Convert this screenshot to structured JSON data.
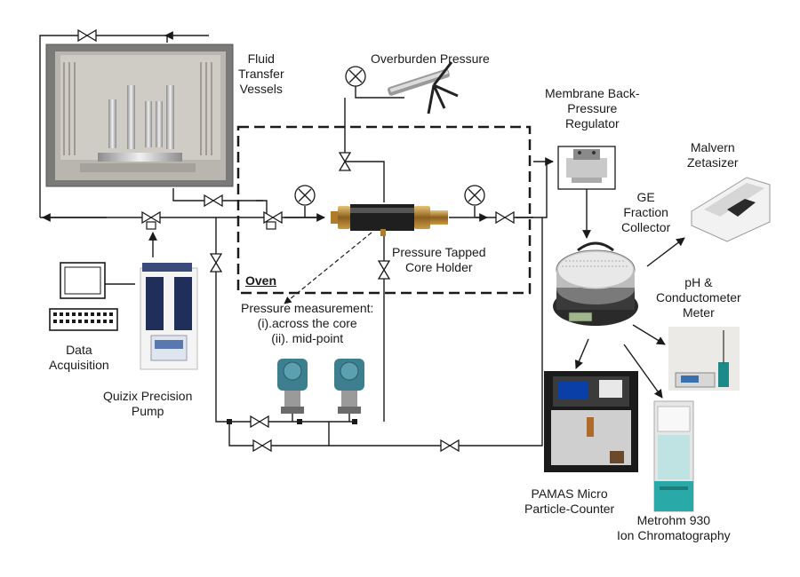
{
  "labels": {
    "fluid_transfer": [
      "Fluid",
      "Transfer",
      "Vessels"
    ],
    "overburden": "Overburden Pressure",
    "membrane_bpr": [
      "Membrane Back-",
      "Pressure",
      "Regulator"
    ],
    "malvern": [
      "Malvern",
      "Zetasizer"
    ],
    "ge_fraction": [
      "GE",
      "Fraction",
      "Collector"
    ],
    "core_holder": [
      "Pressure Tapped",
      "Core Holder"
    ],
    "oven": "Oven",
    "pressure_measurement": [
      "Pressure measurement:",
      "(i).across the core",
      "(ii).  mid-point"
    ],
    "data_acquisition": [
      "Data",
      "Acquisition"
    ],
    "quizix": [
      "Quizix Precision",
      "Pump"
    ],
    "ph_meter": [
      "pH &",
      "Conductometer",
      "Meter"
    ],
    "pamas": [
      "PAMAS Micro",
      "Particle-Counter"
    ],
    "metrohm": [
      "Metrohm  930",
      "Ion Chromatography"
    ]
  },
  "colors": {
    "line": "#1a1a1a",
    "metal": "#b8b8b8",
    "brass": "#a47a2a",
    "transmitter": "#3d7f8f",
    "instrument_teal": "#2aa9a9",
    "lcd": "#0a3fa8"
  }
}
